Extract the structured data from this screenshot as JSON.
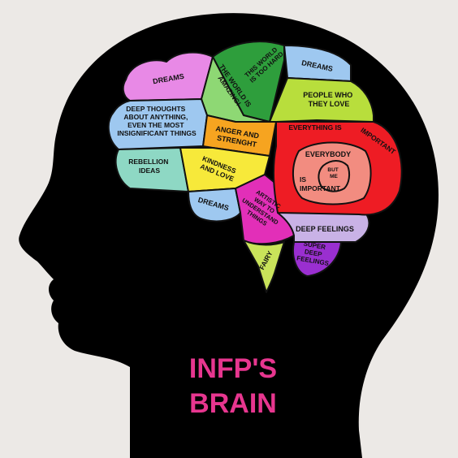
{
  "title_line1": "INFP'S",
  "title_line2": "BRAIN",
  "colors": {
    "background": "#ece9e6",
    "silhouette": "#000000",
    "title": "#e7368f",
    "pink": "#e889e6",
    "blue": "#9ec8f0",
    "green": "#2e9e3c",
    "light_green": "#8ed874",
    "lime": "#b8de3c",
    "orange": "#f6a420",
    "yellow": "#f7e93a",
    "teal": "#8ed8c4",
    "red": "#ee1c24",
    "salmon": "#f28c80",
    "magenta": "#e22fb8",
    "lavender": "#c9b2e6",
    "purple": "#9a2fd0",
    "fairy_green": "#c9e35a"
  },
  "regions": {
    "dreams_top_left": [
      "DREAMS"
    ],
    "this_world_too_hard": [
      "THIS WORLD",
      "IS TOO HARD"
    ],
    "dreams_top_right": [
      "DREAMS"
    ],
    "world_amazing": [
      "THE WORLD IS",
      "AMAZING!"
    ],
    "people_they_love": [
      "PEOPLE WHO",
      "THEY LOVE"
    ],
    "deep_thoughts": [
      "DEEP THOUGHTS",
      "ABOUT ANYTHING,",
      "EVEN THE MOST",
      "INSIGNIFICANT THINGS"
    ],
    "anger": [
      "ANGER AND",
      "STRENGHT"
    ],
    "everything_is": "EVERYTHING IS",
    "important_outer": "IMPORTANT",
    "everybody": "EVERYBODY",
    "but_me": [
      "BUT",
      "ME"
    ],
    "is_important": [
      "IS",
      "IMPORTANT"
    ],
    "rebellion": [
      "REBELLION",
      "IDEAS"
    ],
    "kindness": [
      "KINDNESS",
      "AND LOVE"
    ],
    "dreams_bottom": [
      "DREAMS"
    ],
    "artistic": [
      "ARTISTIC",
      "WAY TO",
      "UNDERSTAND",
      "THINGS"
    ],
    "deep_feelings": [
      "DEEP FEELINGS"
    ],
    "super_deep": [
      "SUPER",
      "DEEP",
      "FEELINGS"
    ],
    "fairy": [
      "FAIRY"
    ]
  }
}
